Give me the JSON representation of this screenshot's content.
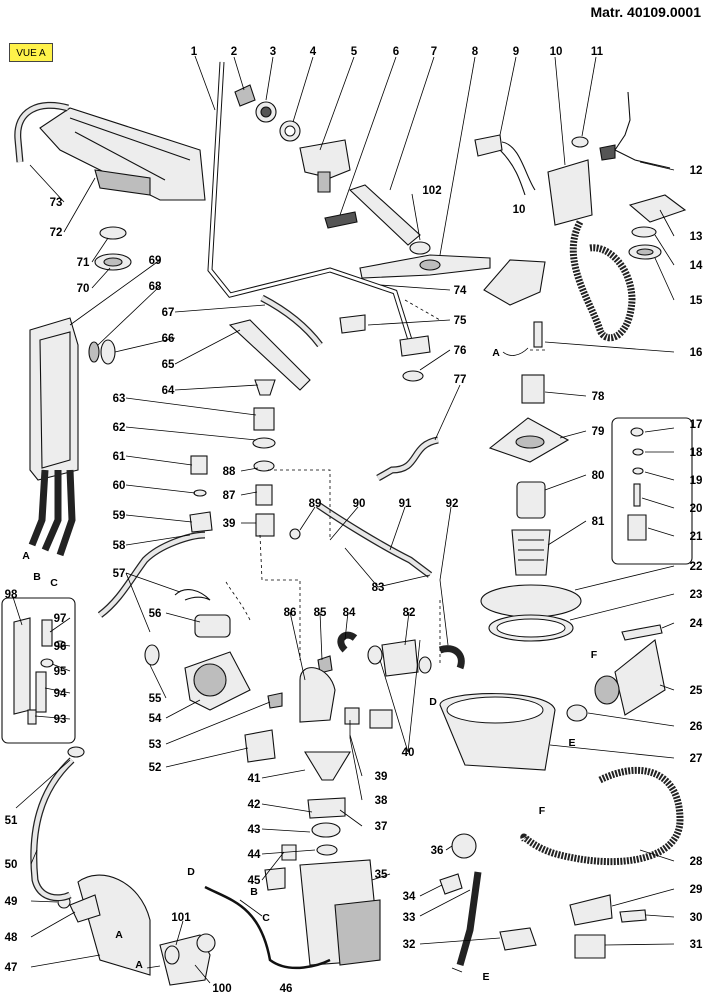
{
  "header": {
    "view_label": "VUE A",
    "matricule": "Matr. 40109.0001"
  },
  "part_numbers": [
    "1",
    "2",
    "3",
    "4",
    "5",
    "6",
    "7",
    "8",
    "9",
    "10",
    "10",
    "11",
    "12",
    "13",
    "14",
    "15",
    "16",
    "17",
    "18",
    "19",
    "20",
    "21",
    "22",
    "23",
    "24",
    "25",
    "26",
    "27",
    "28",
    "29",
    "30",
    "31",
    "32",
    "33",
    "34",
    "35",
    "36",
    "37",
    "38",
    "39",
    "39",
    "40",
    "41",
    "42",
    "43",
    "44",
    "45",
    "46",
    "47",
    "48",
    "49",
    "50",
    "51",
    "52",
    "53",
    "54",
    "55",
    "56",
    "57",
    "58",
    "59",
    "60",
    "61",
    "62",
    "63",
    "64",
    "65",
    "66",
    "67",
    "68",
    "69",
    "70",
    "71",
    "72",
    "73",
    "74",
    "75",
    "76",
    "77",
    "78",
    "79",
    "80",
    "81",
    "82",
    "83",
    "84",
    "85",
    "86",
    "87",
    "88",
    "89",
    "90",
    "91",
    "92",
    "93",
    "94",
    "95",
    "96",
    "97",
    "98",
    "100",
    "101",
    "102"
  ],
  "connection_letters": [
    "A",
    "B",
    "C",
    "A",
    "A",
    "A",
    "A",
    "B",
    "C",
    "D",
    "D",
    "E",
    "E",
    "F",
    "F"
  ]
}
